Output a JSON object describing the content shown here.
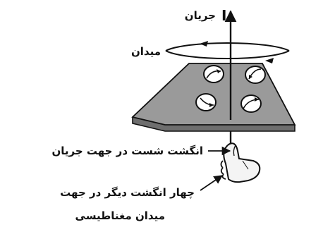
{
  "labels": {
    "current_symbol": "I",
    "current": "جریان",
    "field": "میدان",
    "thumb": "انگشت شست در جهت جریان",
    "fingers_line1": "چهار انگشت دیگر در جهت",
    "fingers_line2": "میدان مغناطیسی"
  },
  "colors": {
    "ink": "#111111",
    "plate_top": "#9a9a9a",
    "plate_edge": "#6e6e6e",
    "hand_fill": "#f4f4f4"
  },
  "icons": {
    "compass": "compass-needle-icon",
    "hand": "right-hand-thumb-up-icon"
  }
}
